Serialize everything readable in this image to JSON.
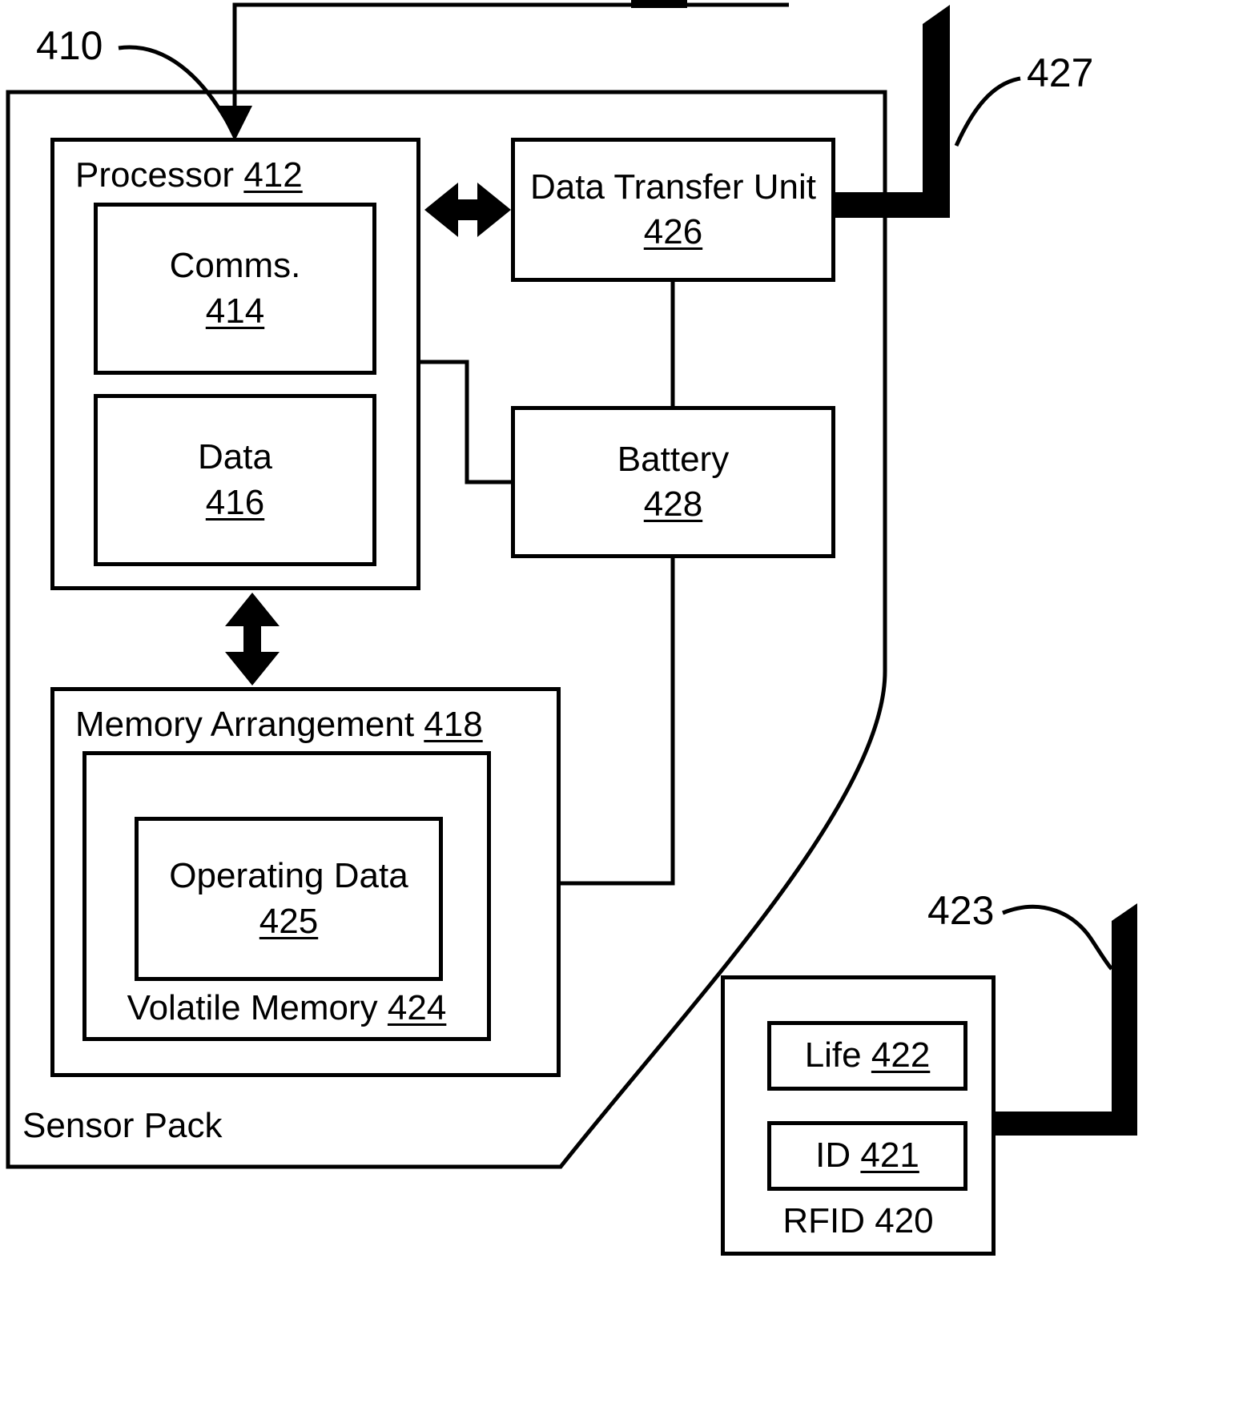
{
  "refs": {
    "r410": "410",
    "r427": "427",
    "r423": "423"
  },
  "sensor_pack": {
    "label": "Sensor Pack"
  },
  "processor": {
    "title": "Processor",
    "ref": "412"
  },
  "comms": {
    "title": "Comms.",
    "ref": "414"
  },
  "data": {
    "title": "Data",
    "ref": "416"
  },
  "data_transfer_unit": {
    "title": "Data Transfer Unit",
    "ref": "426"
  },
  "battery": {
    "title": "Battery",
    "ref": "428"
  },
  "memory_arrangement": {
    "title": "Memory Arrangement",
    "ref": "418"
  },
  "volatile_memory": {
    "title": "Volatile Memory",
    "ref": "424"
  },
  "operating_data": {
    "title": "Operating Data",
    "ref": "425"
  },
  "rfid": {
    "title": "RFID",
    "ref": "420"
  },
  "life": {
    "title": "Life",
    "ref": "422"
  },
  "id": {
    "title": "ID",
    "ref": "421"
  },
  "colors": {
    "line": "#000000",
    "background": "#ffffff"
  }
}
